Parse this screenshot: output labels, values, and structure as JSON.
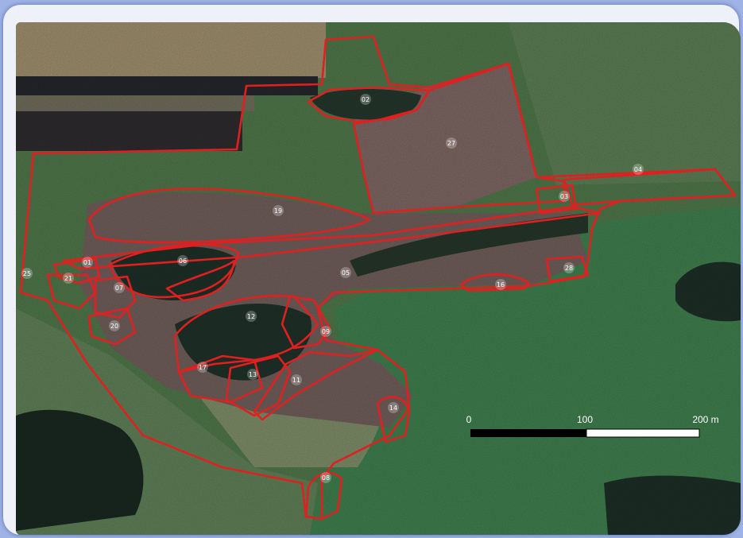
{
  "plot_labels": [
    {
      "id": "02"
    },
    {
      "id": "27"
    },
    {
      "id": "04"
    },
    {
      "id": "03"
    },
    {
      "id": "19"
    },
    {
      "id": "06"
    },
    {
      "id": "01"
    },
    {
      "id": "05"
    },
    {
      "id": "28"
    },
    {
      "id": "16"
    },
    {
      "id": "25"
    },
    {
      "id": "21"
    },
    {
      "id": "07"
    },
    {
      "id": "20"
    },
    {
      "id": "12"
    },
    {
      "id": "09"
    },
    {
      "id": "17"
    },
    {
      "id": "13"
    },
    {
      "id": "11"
    },
    {
      "id": "14"
    },
    {
      "id": "08"
    }
  ],
  "scale_bar": {
    "labels": [
      "0",
      "100",
      "200 m"
    ]
  },
  "colors": {
    "boundary": "#e02020",
    "meadow": "#4f7a4a",
    "field": "#3f7c4c",
    "forest": "#1c2d24",
    "scrub": "#6b5a56"
  }
}
